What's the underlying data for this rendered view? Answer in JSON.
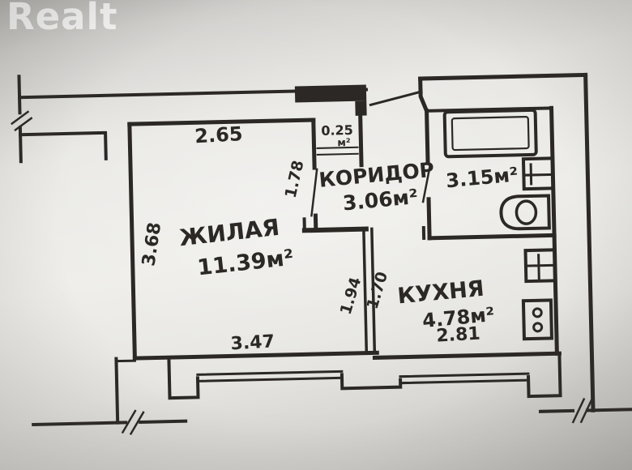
{
  "watermark": {
    "text": "Realt"
  },
  "rooms": {
    "living": {
      "name": "ЖИЛАЯ",
      "area": "11.39м²"
    },
    "corridor": {
      "name": "КОРИДОР",
      "area": "3.06м²"
    },
    "bathroom": {
      "area": "3.15м²"
    },
    "kitchen": {
      "name": "КУХНЯ",
      "area": "4.78м²"
    },
    "closet": {
      "area": "0.25",
      "unit": "м²"
    }
  },
  "dimensions": {
    "living_top": "2.65",
    "living_left": "3.68",
    "living_bottom": "3.47",
    "corridor_entry": "1.78",
    "partition_living_side": "1.94",
    "partition_kitchen_side": "1.70",
    "kitchen_bottom": "2.81"
  },
  "fixtures": {
    "bathtub": "bathtub",
    "washbasin": "washbasin",
    "toilet": "toilet",
    "kitchen_sink": "kitchen sink",
    "stove": "stove"
  },
  "colors": {
    "ink": "#2b2826",
    "paper_light": "#ebeae6",
    "paper_dark": "#b0afac",
    "watermark": "#ffffff"
  }
}
